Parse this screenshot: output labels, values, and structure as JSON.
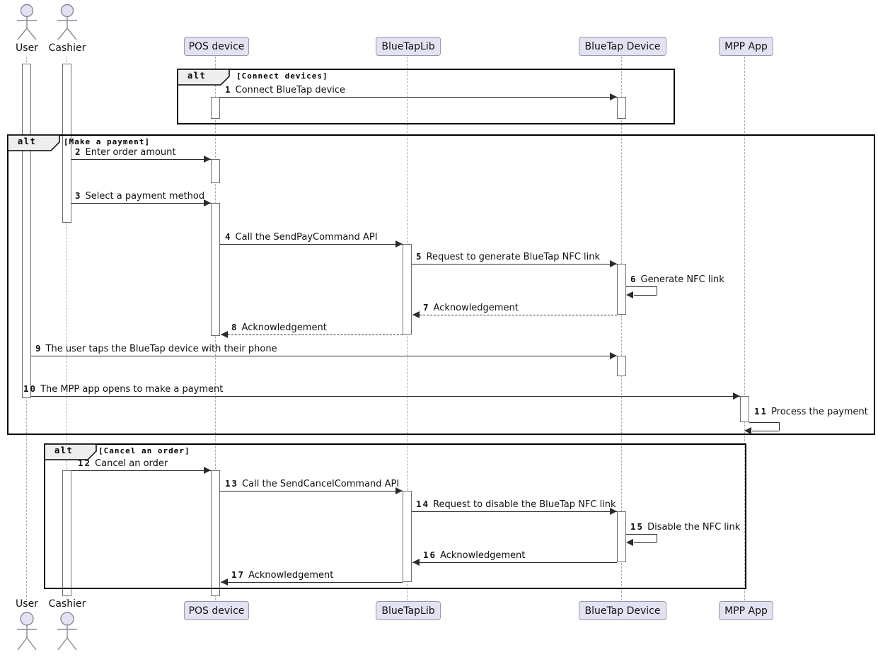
{
  "diagram_type": "uml-sequence",
  "participants": [
    {
      "name": "User",
      "kind": "actor"
    },
    {
      "name": "Cashier",
      "kind": "actor"
    },
    {
      "name": "POS device",
      "kind": "participant"
    },
    {
      "name": "BlueTapLib",
      "kind": "participant"
    },
    {
      "name": "BlueTap Device",
      "kind": "participant"
    },
    {
      "name": "MPP App",
      "kind": "participant"
    }
  ],
  "fragments": [
    {
      "operator": "alt",
      "guard": "[Connect devices]"
    },
    {
      "operator": "alt",
      "guard": "[Make a payment]"
    },
    {
      "operator": "alt",
      "guard": "[Cancel an order]"
    }
  ],
  "messages": [
    {
      "num": "1",
      "text": "Connect BlueTap device",
      "from": "POS device",
      "to": "BlueTap Device",
      "line": "solid"
    },
    {
      "num": "2",
      "text": "Enter order amount",
      "from": "Cashier",
      "to": "POS device",
      "line": "solid"
    },
    {
      "num": "3",
      "text": "Select a payment method",
      "from": "Cashier",
      "to": "POS device",
      "line": "solid"
    },
    {
      "num": "4",
      "text": "Call the SendPayCommand API",
      "from": "POS device",
      "to": "BlueTapLib",
      "line": "solid"
    },
    {
      "num": "5",
      "text": "Request to generate BlueTap NFC link",
      "from": "BlueTapLib",
      "to": "BlueTap Device",
      "line": "solid"
    },
    {
      "num": "6",
      "text": "Generate NFC link",
      "from": "BlueTap Device",
      "to": "BlueTap Device",
      "line": "solid"
    },
    {
      "num": "7",
      "text": "Acknowledgement",
      "from": "BlueTap Device",
      "to": "BlueTapLib",
      "line": "dashed"
    },
    {
      "num": "8",
      "text": "Acknowledgement",
      "from": "BlueTapLib",
      "to": "POS device",
      "line": "dashed"
    },
    {
      "num": "9",
      "text": "The user taps the BlueTap device with their phone",
      "from": "User",
      "to": "BlueTap Device",
      "line": "solid"
    },
    {
      "num": "10",
      "text": "The MPP app opens to make a payment",
      "from": "User",
      "to": "MPP App",
      "line": "solid"
    },
    {
      "num": "11",
      "text": "Process the payment",
      "from": "MPP App",
      "to": "MPP App",
      "line": "solid"
    },
    {
      "num": "12",
      "text": "Cancel an order",
      "from": "Cashier",
      "to": "POS device",
      "line": "solid"
    },
    {
      "num": "13",
      "text": "Call the SendCancelCommand API",
      "from": "POS device",
      "to": "BlueTapLib",
      "line": "solid"
    },
    {
      "num": "14",
      "text": "Request to disable the BlueTap NFC link",
      "from": "BlueTapLib",
      "to": "BlueTap Device",
      "line": "solid"
    },
    {
      "num": "15",
      "text": "Disable the NFC link",
      "from": "BlueTap Device",
      "to": "BlueTap Device",
      "line": "solid"
    },
    {
      "num": "16",
      "text": "Acknowledgement",
      "from": "BlueTap Device",
      "to": "BlueTapLib",
      "line": "solid"
    },
    {
      "num": "17",
      "text": "Acknowledgement",
      "from": "BlueTapLib",
      "to": "POS device",
      "line": "solid"
    }
  ],
  "colors": {
    "background": "#FFFFFF",
    "participant_fill": "#E2E2F0",
    "participant_border": "#9597B5",
    "lifeline": "#ABABAB",
    "arrow": "#2B2B2B",
    "fragment_border": "#000000",
    "fragment_label_fill": "#EEEEEE",
    "activation_fill": "#FFFFFF",
    "activation_border": "#6E6E6E"
  }
}
